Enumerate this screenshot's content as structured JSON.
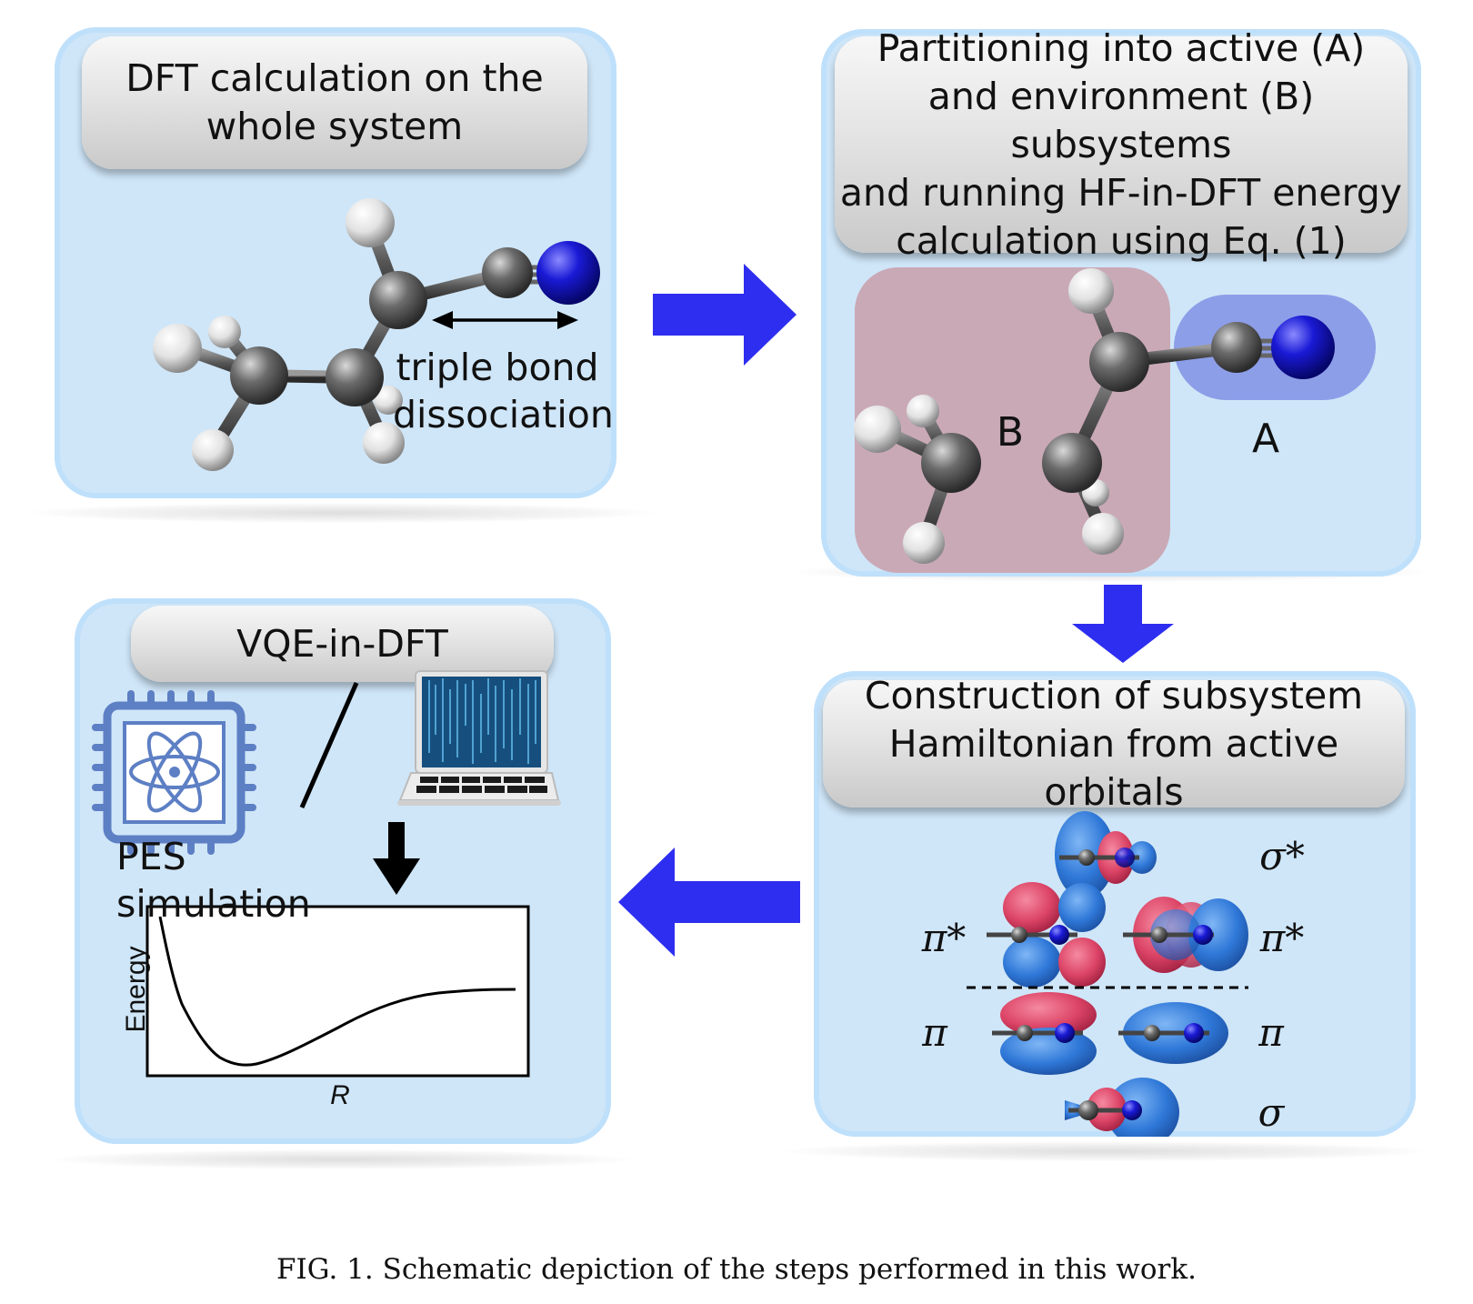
{
  "panels": {
    "dft": {
      "title_line1": "DFT calculation on the",
      "title_line2": "whole system",
      "bond_label_line1": "triple bond",
      "bond_label_line2": "dissociation"
    },
    "partition": {
      "title_lines": [
        "Partitioning into active (A)",
        "and environment (B) subsystems",
        "and running HF-in-DFT energy",
        "calculation using Eq. (1)"
      ],
      "label_B": "B",
      "label_A": "A"
    },
    "hamiltonian": {
      "title_line1": "Construction of subsystem",
      "title_line2": "Hamiltonian from active orbitals",
      "orbital_labels": {
        "sigma_star": "σ*",
        "pi_star_left": "π*",
        "pi_star_right": "π*",
        "pi_left": "π",
        "pi_right": "π",
        "sigma": "σ"
      }
    },
    "vqe": {
      "title": "VQE-in-DFT",
      "pes_label": "PES simulation",
      "plot": {
        "ylabel": "Energy",
        "xlabel": "R"
      }
    }
  },
  "caption": "FIG. 1. Schematic depiction of the steps performed in this work.",
  "colors": {
    "panel": "#cfe6f8",
    "arrow": "#2e2ef0",
    "region_B": "#caa9b6",
    "region_A": "#8d9ee8",
    "orbital_positive": "#e0496b",
    "orbital_negative": "#2a76d8",
    "carbon": "#5a5a5a",
    "hydrogen": "#e8e8e8",
    "nitrogen": "#1515c8"
  }
}
